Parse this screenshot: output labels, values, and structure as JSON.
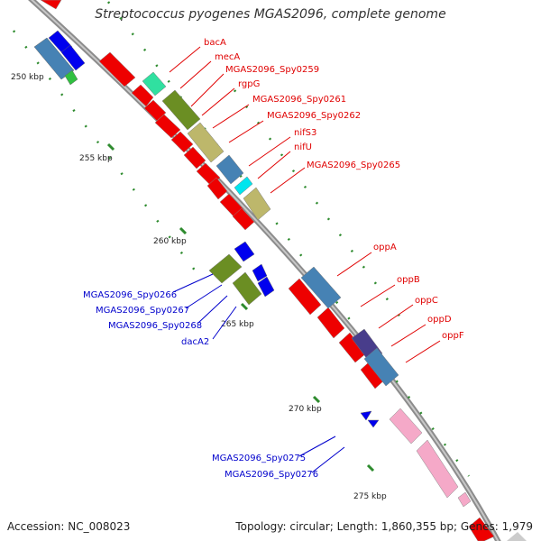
{
  "title": "Streptococcus pyogenes MGAS2096, complete genome",
  "footer": {
    "accession": "Accession: NC_008023",
    "topology": "Topology: circular; Length: 1,860,355 bp; Genes: 1,979"
  },
  "colors": {
    "backbone": "#8c8c8c",
    "tick": "#2e8b2e",
    "forward_label": "#e00000",
    "reverse_label": "#0000cc",
    "red_gene": "#ee0000",
    "olive_gene": "#6b8e23",
    "khaki_gene": "#bdb76b",
    "steel_gene": "#4682b4",
    "cyan_gene": "#00e5ee",
    "mint_gene": "#30e0a0",
    "blue_gene": "#0000ee",
    "slate_gene": "#483d8b",
    "pink_gene": "#f5a9c8"
  },
  "position_labels": [
    "250 kbp",
    "255 kbp",
    "260 kbp",
    "265 kbp",
    "270 kbp",
    "275 kbp"
  ],
  "gene_labels_right": [
    "bacA",
    "mecA",
    "MGAS2096_Spy0259",
    "rgpG",
    "MGAS2096_Spy0261",
    "MGAS2096_Spy0262",
    "nifS3",
    "nifU",
    "MGAS2096_Spy0265",
    "oppA",
    "oppB",
    "oppC",
    "oppD",
    "oppF"
  ],
  "gene_labels_left": [
    "MGAS2096_Spy0266",
    "MGAS2096_Spy0267",
    "MGAS2096_Spy0268",
    "dacA2",
    "MGAS2096_Spy0275",
    "MGAS2096_Spy0276"
  ]
}
